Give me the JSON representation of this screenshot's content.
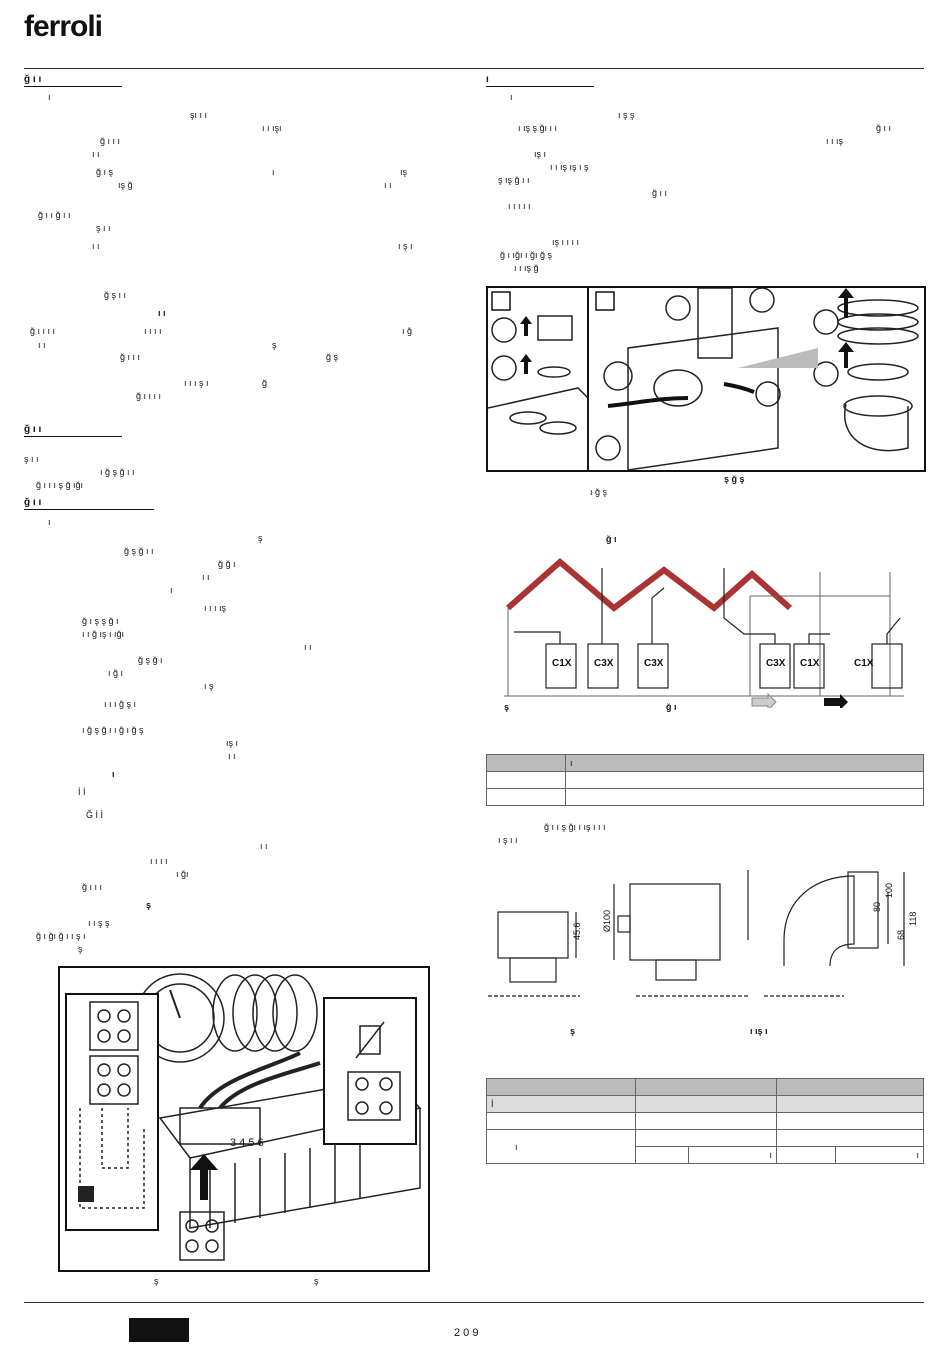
{
  "brand": {
    "logo_text": "ferroli"
  },
  "left_column": {
    "heading_1": "ğ ı ı",
    "fragments_1": [
      "ı",
      "şı ı ı",
      "ı ı ışı",
      "ğ ı ı ı",
      "ı ı",
      "ğ ı ş",
      "ı",
      "ış",
      "ış ğ",
      "ı ı",
      "ğ ı ı ğ ı ı",
      "ş ı ı",
      "ı ı",
      "ı ş ı",
      "ğ ş ı ı",
      "ı ı",
      "ı ı ı ı",
      "ğ ı ı ı ı",
      "ı ğ",
      "ı ı",
      "ş",
      "ğ ş",
      "ğ ı ı ı",
      "ı ı ı ş ı",
      "ğ",
      "ğ ı ı ı ı"
    ],
    "heading_2": "ğ ı ı",
    "fragments_2": [
      "ş ı ı",
      "ı ğ ş ğ ı ı",
      "ğ ı ı ı ş ğ ığı"
    ],
    "heading_3": "ğ ı ı",
    "fragments_3": [
      "ı",
      "ş",
      "ğ ş ğ ı ı",
      "ğ ğ ı",
      "ı ı",
      "ı",
      "ı ı ı ış",
      "ğ ı ş ş ğ ı",
      "ı ı ğ ış ı ığı",
      "ı ı",
      "ğ ş ğ ı",
      "ı ğ ı",
      "ı ş",
      "ı ı ı ğ ş ı",
      "ı ğ ş ğ ı ı ğ ı ğ ş",
      "ış ı",
      "ı ı",
      "ı",
      "İ İ",
      "Ğ İ İ",
      "ı ı",
      "ı ı ı ı",
      "ı ğı",
      "ğ ı ı ı",
      "ş",
      "ı ı ş ş",
      "ğ ı ğı ğ ı ı ş ı",
      "ş"
    ],
    "figure_caption": [
      "ş",
      "ş"
    ],
    "terminal_numbers": "3 4 5 6"
  },
  "right_column": {
    "heading_1": "ı",
    "fragments_1": [
      "ı",
      "ı ş ş",
      "ı ış ş ğı ı ı",
      "ğ ı ı",
      "ış ı",
      "ı ı ış",
      "ı ı ış ış ı ş",
      "ş ış ğ ı ı",
      "ğ ı ı",
      "ı ı ı ı ı",
      "ış ı ı ı ı",
      "ğ ı ığı ı ğı ğ ş",
      "ı ı ış ğ"
    ],
    "figure_1_caption": [
      "ş ğ ş",
      "ı ğ ş"
    ],
    "figure_2_title": "ğ ı",
    "figure_2_labels": [
      "C1X",
      "C3X",
      "C3X",
      "C3X",
      "C1X",
      "C1X"
    ],
    "figure_2_caption": [
      "ş",
      "ğ ı"
    ],
    "table_1": {
      "rows": [
        [
          "",
          "ı"
        ],
        [
          "",
          ""
        ],
        [
          "",
          ""
        ]
      ]
    },
    "fragments_2": [
      "ğ ı ı ş ğı ı ış ı ı ı",
      "ı ş ı ı"
    ],
    "dimensions": [
      "45.6",
      "Ø100",
      "118",
      "100",
      "68",
      "80"
    ],
    "figure_3_caption": [
      "ş",
      "ı ış ı"
    ],
    "table_2": {
      "rows": [
        [
          "",
          "",
          ""
        ],
        [
          "İ",
          "",
          ""
        ],
        [
          "",
          "",
          ""
        ],
        [
          "ı",
          "",
          "",
          "",
          ""
        ],
        [
          "",
          "ı",
          "",
          "ı"
        ]
      ]
    }
  },
  "footer": {
    "page": "2 0 9"
  }
}
